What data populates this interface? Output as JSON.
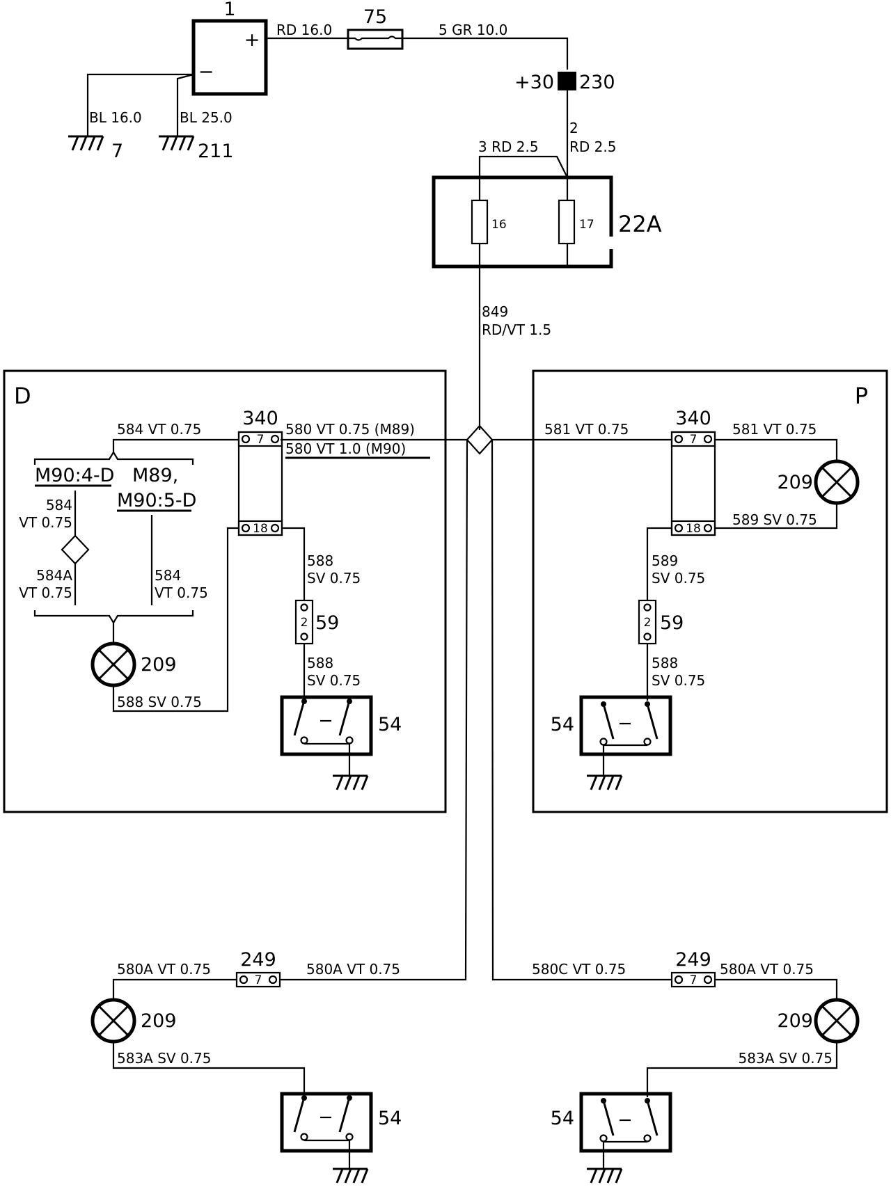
{
  "components": {
    "battery": {
      "ref": "1",
      "plus": "+",
      "minus": "−"
    },
    "fuse_main": {
      "ref": "75"
    },
    "connector_30": {
      "left": "+30",
      "right": "230"
    },
    "fusebox": {
      "ref": "22A",
      "fuse_a": "16",
      "fuse_b": "17"
    },
    "ground_a": {
      "ref": "7"
    },
    "ground_b": {
      "ref": "211"
    },
    "relay_d": {
      "ref": "340",
      "pin_top": "7",
      "pin_bottom": "18"
    },
    "relay_p": {
      "ref": "340",
      "pin_top": "7",
      "pin_bottom": "18"
    },
    "lamp_d": {
      "ref": "209"
    },
    "lamp_p": {
      "ref": "209"
    },
    "lamp_rl": {
      "ref": "209"
    },
    "lamp_rr": {
      "ref": "209"
    },
    "conn_59_d": {
      "ref": "59",
      "pin": "2"
    },
    "conn_59_p": {
      "ref": "59",
      "pin": "2"
    },
    "switch_d": {
      "ref": "54"
    },
    "switch_p": {
      "ref": "54"
    },
    "switch_rl": {
      "ref": "54"
    },
    "switch_rr": {
      "ref": "54"
    },
    "conn_249_l": {
      "ref": "249",
      "pin": "7"
    },
    "conn_249_r": {
      "ref": "249",
      "pin": "7"
    }
  },
  "zones": {
    "driver": "D",
    "passenger": "P"
  },
  "variants": {
    "m90_4d": "M90:4-D",
    "m89": "M89,",
    "m90_5d": "M90:5-D"
  },
  "wires": {
    "bat_plus": "RD 16.0",
    "fuse_out": "5 GR 10.0",
    "gnd_7": "BL 16.0",
    "gnd_211": "BL 25.0",
    "w3": "3 RD 2.5",
    "w2_num": "2",
    "w2_spec": "RD 2.5",
    "w849_num": "849",
    "w849_spec": "RD/VT 1.5",
    "w584_top": "584 VT 0.75",
    "w580_m89": "580 VT 0.75 (M89)",
    "w580_m90": "580 VT 1.0 (M90)",
    "w584_num": "584",
    "w584_spec": "VT 0.75",
    "w584a_num": "584A",
    "w584a_spec": "VT 0.75",
    "w584b_num": "584",
    "w584b_spec": "VT 0.75",
    "w588_lamp": "588 SV 0.75",
    "w588a_num": "588",
    "w588a_spec": "SV 0.75",
    "w588b_num": "588",
    "w588b_spec": "SV 0.75",
    "w581_left": "581 VT 0.75",
    "w581_right": "581 VT 0.75",
    "w589_top": "589 SV 0.75",
    "w589_num": "589",
    "w589_spec": "SV 0.75",
    "w588c_num": "588",
    "w588c_spec": "SV 0.75",
    "w580a_l1": "580A VT 0.75",
    "w580a_l2": "580A VT 0.75",
    "w583a_l": "583A SV 0.75",
    "w580c": "580C VT 0.75",
    "w580a_r": "580A VT 0.75",
    "w583a_r": "583A SV 0.75"
  }
}
